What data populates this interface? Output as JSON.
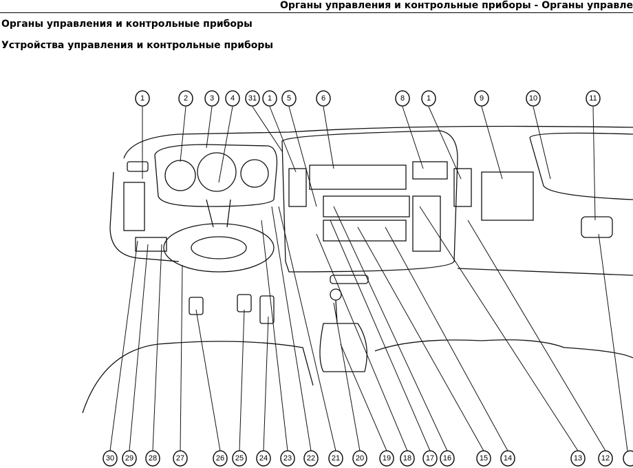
{
  "header": {
    "running_title": "Органы управления и контрольные приборы - Органы управле"
  },
  "section_title": "Органы управления и контрольные приборы",
  "subsection_title": "Устройства управления и контрольные приборы",
  "callouts": {
    "top": [
      "1",
      "2",
      "3",
      "4",
      "31",
      "1",
      "5",
      "6",
      "8",
      "1",
      "9",
      "10",
      "11"
    ],
    "bottom": [
      "30",
      "29",
      "28",
      "27",
      "26",
      "25",
      "24",
      "23",
      "22",
      "21",
      "20",
      "19",
      "18",
      "17",
      "16",
      "15",
      "14",
      "13",
      "12",
      ""
    ]
  }
}
